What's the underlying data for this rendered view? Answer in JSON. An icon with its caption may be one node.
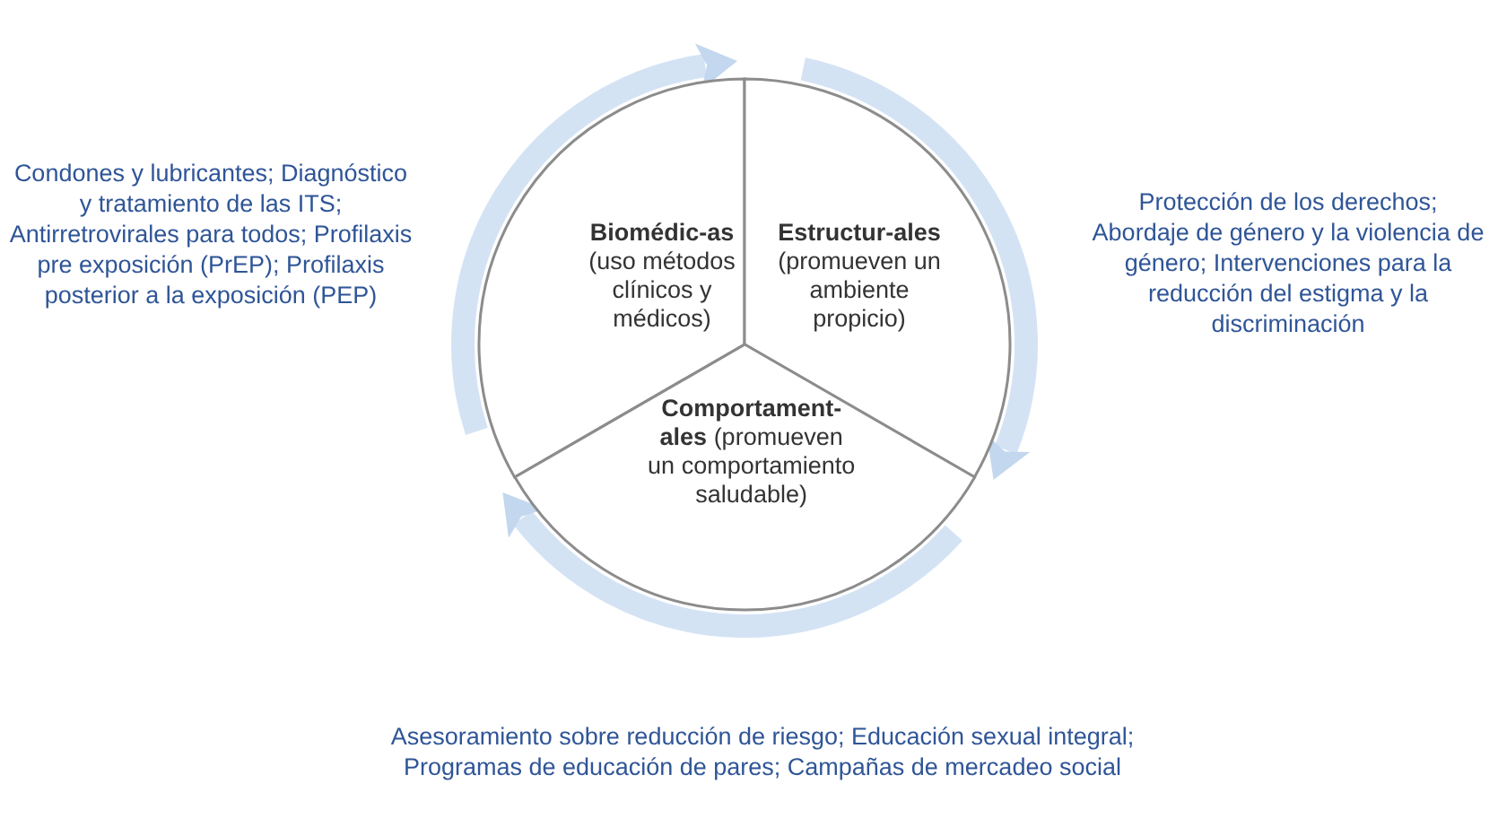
{
  "diagram": {
    "nodes": [
      {
        "text": [
          "**Biomédic-as** (uso métodos clínicos y médicos)"
        ]
      },
      {
        "text": [
          "**Estructur-ales** (promueven un ambiente propicio)"
        ]
      },
      {
        "text": [
          "**Comportament-ales** (promueven un comportamiento saludable)"
        ]
      }
    ],
    "edges": [
      {
        "from": 0,
        "to": 1,
        "arrow": "to"
      },
      {
        "from": 1,
        "to": 2,
        "arrow": "to"
      },
      {
        "from": 2,
        "to": 0,
        "arrow": "to"
      }
    ],
    "labels": [
      "Condones y lubricantes; Diagnóstico y tratamiento de las ITS; Antirretrovirales para todos; Profilaxis pre exposición (PrEP); Profilaxis posterior a la exposición (PEP)",
      "Protección de los derechos; Abordaje de género y la violencia de género; Intervenciones para la reducción del estigma y la discriminación",
      "Asesoramiento sobre reducción de riesgo; Educación sexual integral; Programas de educación de pares; Campañas de mercadeo social"
    ]
  }
}
